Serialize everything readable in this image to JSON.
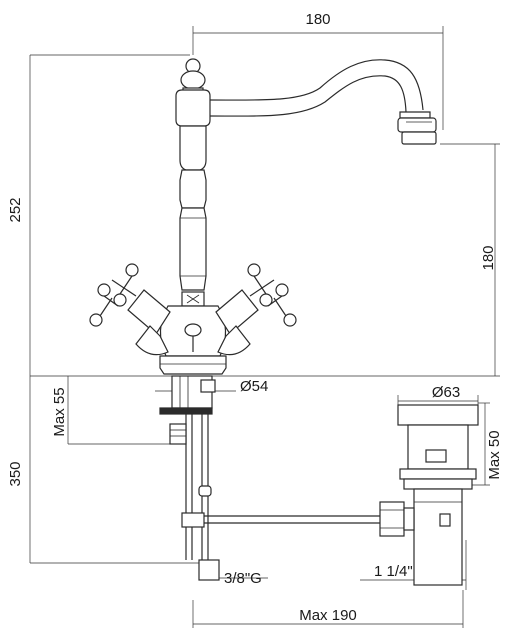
{
  "dimensions": {
    "spout_reach": "180",
    "total_height": "252",
    "spout_height": "180",
    "base_diameter": "Ø54",
    "max_deck_thickness": "Max 55",
    "lower_height": "350",
    "connection_thread": "3/8\"G",
    "max_depth": "Max 190",
    "waste_diameter": "Ø63",
    "waste_max": "Max 50",
    "waste_thread": "1 1/4\""
  }
}
